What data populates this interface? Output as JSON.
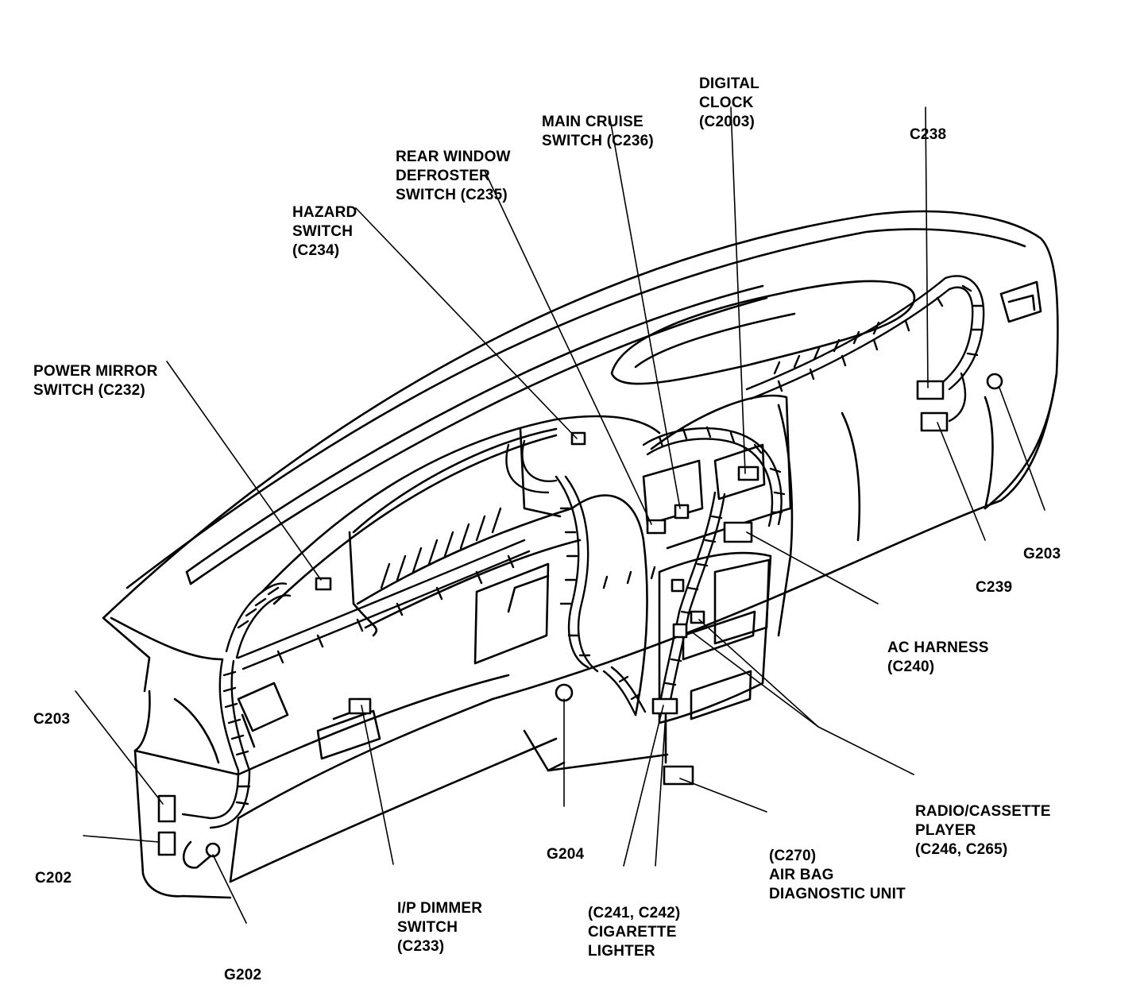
{
  "diagram": {
    "labels": {
      "digital_clock": [
        "DIGITAL",
        "CLOCK",
        "(C2003)"
      ],
      "main_cruise": [
        "MAIN CRUISE",
        "SWITCH (C236)"
      ],
      "rear_window": [
        "REAR WINDOW",
        "DEFROSTER",
        "SWITCH (C235)"
      ],
      "hazard": [
        "HAZARD",
        "SWITCH",
        "(C234)"
      ],
      "power_mirror": [
        "POWER MIRROR",
        "SWITCH (C232)"
      ],
      "c238": [
        "C238"
      ],
      "g203": [
        "G203"
      ],
      "c239": [
        "C239"
      ],
      "ac_harness": [
        "AC HARNESS",
        "(C240)"
      ],
      "radio": [
        "RADIO/CASSETTE",
        "PLAYER",
        "(C246, C265)"
      ],
      "air_bag": [
        "(C270)",
        "AIR BAG",
        "DIAGNOSTIC UNIT"
      ],
      "c203": [
        "C203"
      ],
      "c202": [
        "C202"
      ],
      "g202": [
        "G202"
      ],
      "ip_dimmer": [
        "I/P DIMMER",
        "SWITCH",
        "(C233)"
      ],
      "g204": [
        "G204"
      ],
      "cigarette": [
        "(C241, C242)",
        "CIGARETTE",
        "LIGHTER"
      ]
    }
  }
}
